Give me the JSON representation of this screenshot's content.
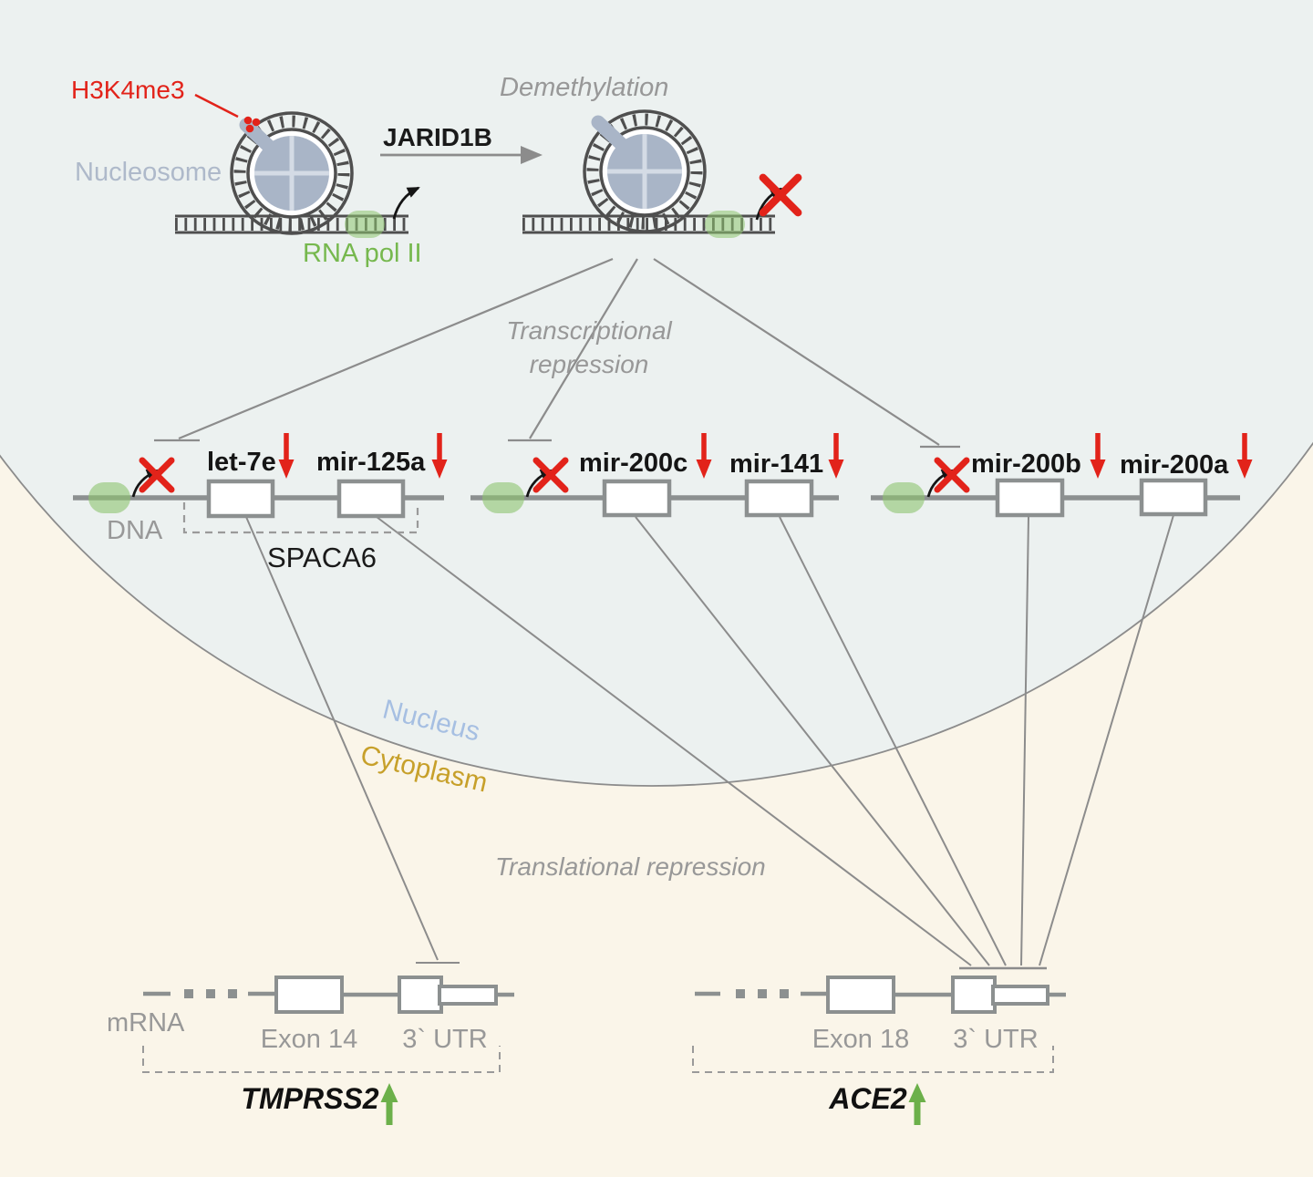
{
  "top_panel": {
    "h3k4me3": "H3K4me3",
    "nucleosome": "Nucleosome",
    "rna_pol_ii": "RNA pol II",
    "enzyme": "JARID1B",
    "process": "Demethylation"
  },
  "middle_panel": {
    "repression_line1": "Transcriptional",
    "repression_line2": "repression",
    "dna": "DNA",
    "loci": [
      {
        "cluster": "SPACA6",
        "genes": [
          {
            "name": "let-7e",
            "trend": "down"
          },
          {
            "name": "mir-125a",
            "trend": "down"
          }
        ]
      },
      {
        "cluster": "",
        "genes": [
          {
            "name": "mir-200c",
            "trend": "down"
          },
          {
            "name": "mir-141",
            "trend": "down"
          }
        ]
      },
      {
        "cluster": "",
        "genes": [
          {
            "name": "mir-200b",
            "trend": "down"
          },
          {
            "name": "mir-200a",
            "trend": "down"
          }
        ]
      }
    ]
  },
  "compartments": {
    "nucleus": "Nucleus",
    "cytoplasm": "Cytoplasm"
  },
  "bottom_panel": {
    "repression": "Translational repression",
    "mrna": "mRNA",
    "transcripts": [
      {
        "gene": "TMPRSS2",
        "exon": "Exon 14",
        "utr": "3` UTR",
        "trend": "up"
      },
      {
        "gene": "ACE2",
        "exon": "Exon 18",
        "utr": "3` UTR",
        "trend": "up"
      }
    ]
  },
  "colors": {
    "red": "#e2231a",
    "green_arrow": "#6cb04a",
    "green_oval_fill": "#8ec46f",
    "green_text": "#76b84e",
    "histone_blue_gray": "#a9b5c7",
    "nucleus_label_blue": "#a6bfe2",
    "cytoplasm_label_gold": "#c7a02a",
    "gray_text": "#989898",
    "dna_ink": "#4f4f4f",
    "connector_gray": "#8c8c8c",
    "nucleus_fill": "#ecf1f0",
    "cytoplasm_fill": "#faf5e9"
  }
}
